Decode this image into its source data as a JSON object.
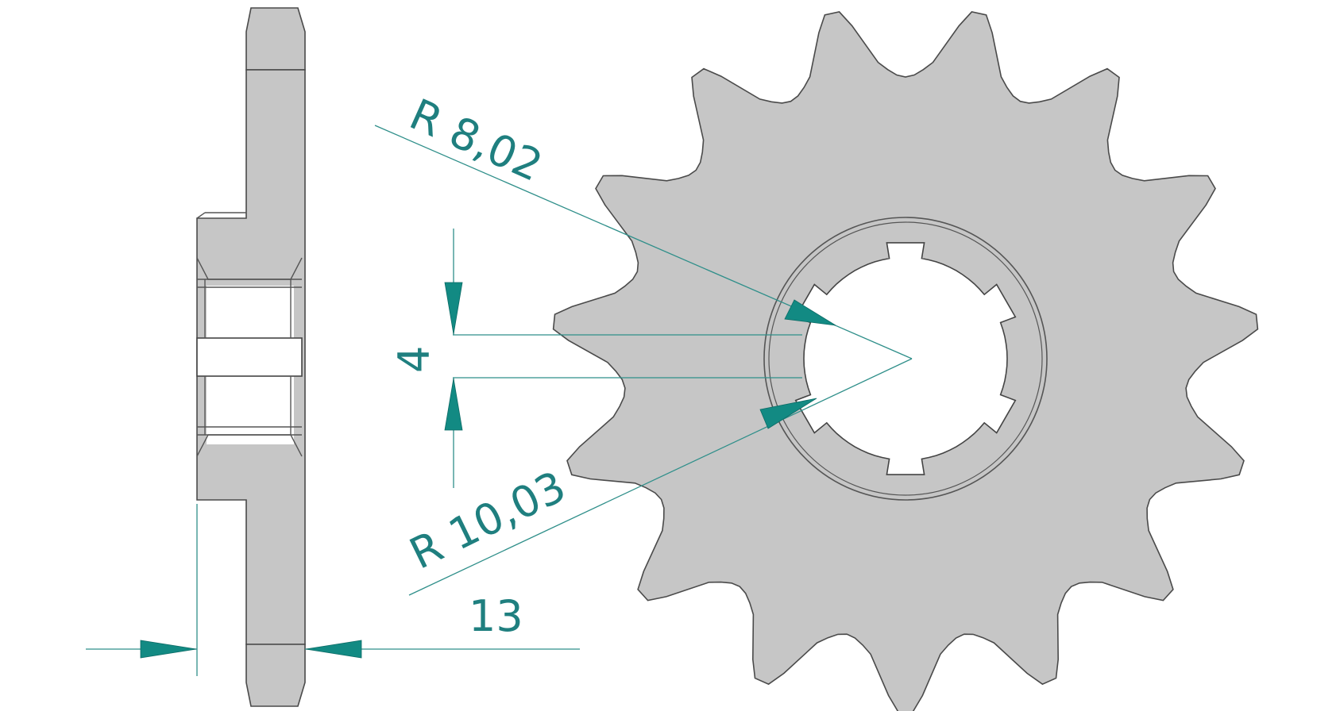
{
  "dimensions": {
    "radius_inner": "R 8,02",
    "radius_outer": "R 10,03",
    "keyway_width": "4",
    "hub_width": "13"
  },
  "colors": {
    "dimension": "#1f7f7f",
    "part_fill": "#c6c6c6",
    "outline": "#4a4a4a"
  }
}
